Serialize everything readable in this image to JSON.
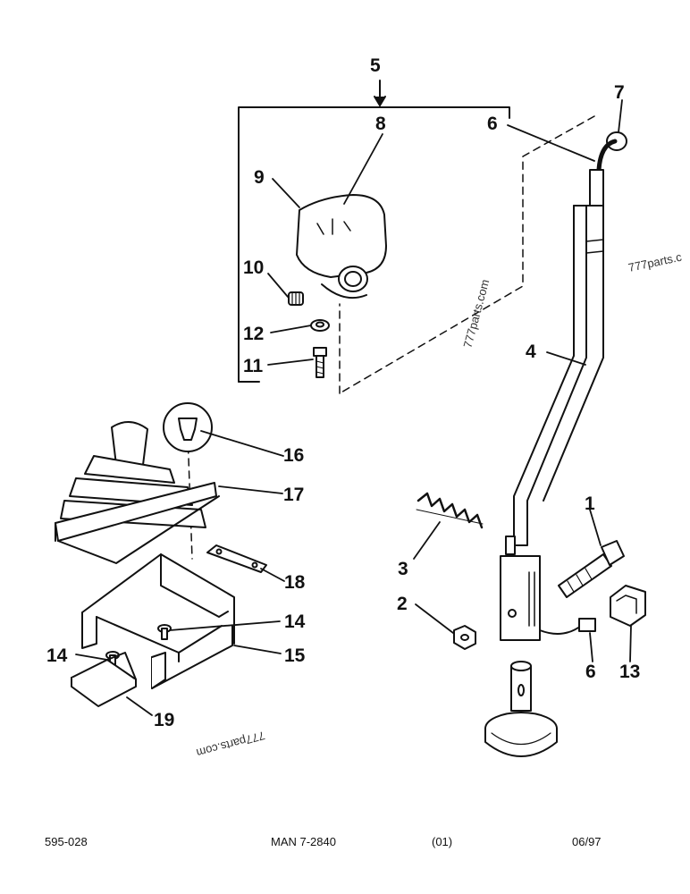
{
  "callouts": {
    "c5": "5",
    "c8": "8",
    "c9": "9",
    "c10": "10",
    "c12": "12",
    "c11": "11",
    "c6_top": "6",
    "c7": "7",
    "c4": "4",
    "c16": "16",
    "c17": "17",
    "c18": "18",
    "c1": "1",
    "c3": "3",
    "c2": "2",
    "c14_right": "14",
    "c14_left": "14",
    "c15": "15",
    "c19": "19",
    "c6_bottom": "6",
    "c13": "13"
  },
  "watermarks": {
    "w1": "777parts.com",
    "w2": "777parts.c",
    "w3": "777parts.com"
  },
  "footer": {
    "part_no": "595-028",
    "manual": "MAN 7-2840",
    "rev": "(01)",
    "date": "06/97"
  }
}
